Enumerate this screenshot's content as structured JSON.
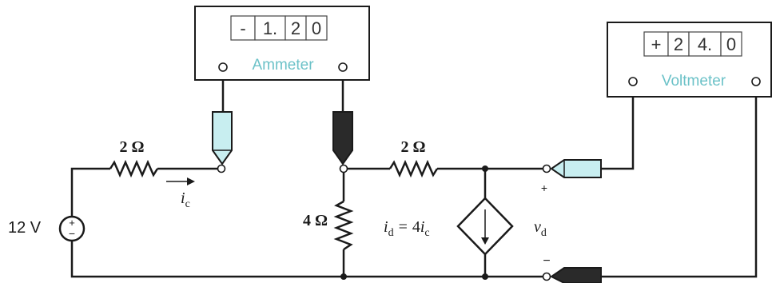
{
  "ammeter": {
    "label": "Ammeter",
    "display": [
      "-",
      "1.",
      "2",
      "0"
    ]
  },
  "voltmeter": {
    "label": "Voltmeter",
    "display": [
      "+",
      "2",
      "4.",
      "0"
    ]
  },
  "source": {
    "value": "12 V",
    "plus": "+",
    "minus": "−"
  },
  "resistors": {
    "r_left": "2 Ω",
    "r_mid": "2 Ω",
    "r_shunt": "4 Ω"
  },
  "current_label": {
    "symbol": "i",
    "subscript": "c"
  },
  "dependent_source": {
    "lhs_symbol": "i",
    "lhs_subscript": "d",
    "equals": "=",
    "gain": "4",
    "rhs_symbol": "i",
    "rhs_subscript": "c"
  },
  "voltage_label": {
    "symbol": "v",
    "subscript": "d",
    "plus": "+",
    "minus": "−"
  },
  "colors": {
    "wire": "#1a1a1a",
    "meter_label": "#6cc2c8",
    "probe_cyan": "#c8eef0",
    "probe_black": "#2a2a2a"
  }
}
